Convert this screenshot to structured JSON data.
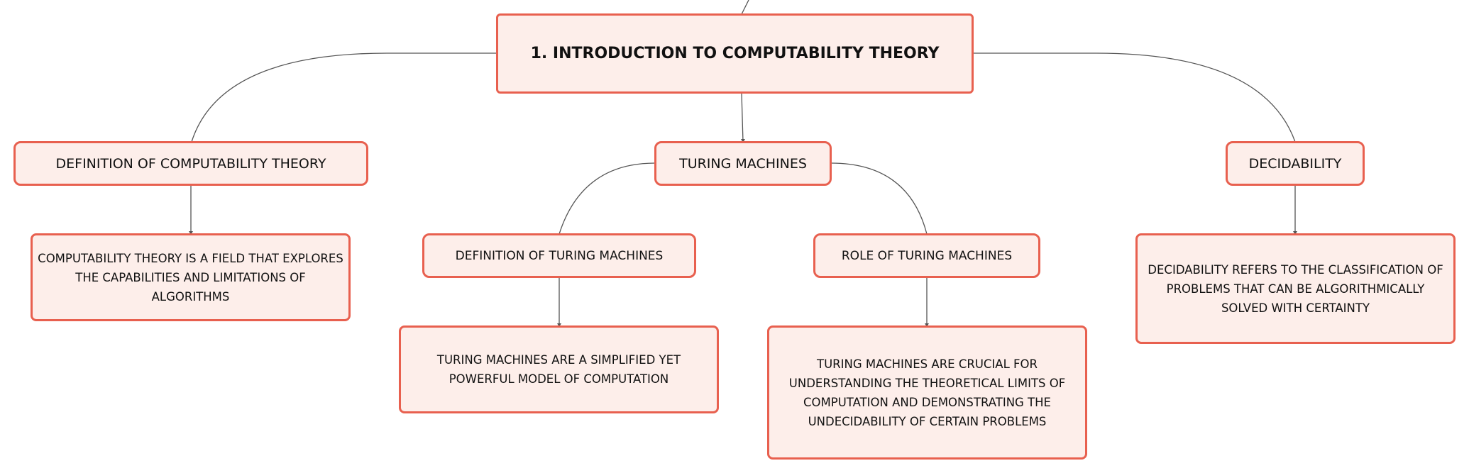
{
  "diagram": {
    "root": {
      "label": "1. INTRODUCTION TO COMPUTABILITY THEORY"
    },
    "branches": [
      {
        "label": "DEFINITION OF COMPUTABILITY THEORY",
        "detail": "COMPUTABILITY THEORY IS A FIELD THAT EXPLORES THE CAPABILITIES AND LIMITATIONS OF ALGORITHMS"
      },
      {
        "label": "TURING MACHINES",
        "children": [
          {
            "label": "DEFINITION OF TURING MACHINES",
            "detail": "TURING MACHINES ARE A SIMPLIFIED YET POWERFUL MODEL OF COMPUTATION"
          },
          {
            "label": "ROLE OF TURING MACHINES",
            "detail": "TURING MACHINES ARE CRUCIAL FOR UNDERSTANDING THE THEORETICAL LIMITS OF COMPUTATION AND DEMONSTRATING THE UNDECIDABILITY OF CERTAIN PROBLEMS"
          }
        ]
      },
      {
        "label": "DECIDABILITY",
        "detail": "DECIDABILITY REFERS TO THE CLASSIFICATION OF PROBLEMS THAT CAN BE ALGORITHMICALLY SOLVED WITH CERTAINTY"
      }
    ]
  },
  "colors": {
    "node_fill": "#fdeeea",
    "node_border": "#e8604f",
    "connector": "#555555",
    "text": "#111111"
  }
}
